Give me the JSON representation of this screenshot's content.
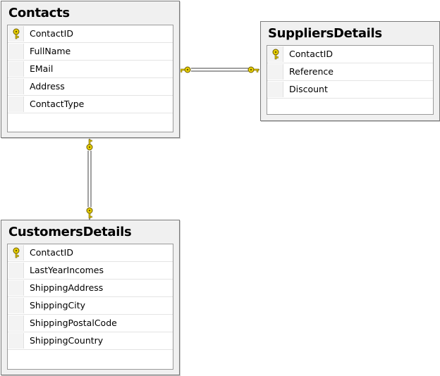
{
  "tables": {
    "contacts": {
      "title": "Contacts",
      "columns": [
        {
          "name": "ContactID",
          "primary_key": true
        },
        {
          "name": "FullName",
          "primary_key": false
        },
        {
          "name": "EMail",
          "primary_key": false
        },
        {
          "name": "Address",
          "primary_key": false
        },
        {
          "name": "ContactType",
          "primary_key": false
        }
      ]
    },
    "suppliers": {
      "title": "SuppliersDetails",
      "columns": [
        {
          "name": "ContactID",
          "primary_key": true
        },
        {
          "name": "Reference",
          "primary_key": false
        },
        {
          "name": "Discount",
          "primary_key": false
        }
      ]
    },
    "customers": {
      "title": "CustomersDetails",
      "columns": [
        {
          "name": "ContactID",
          "primary_key": true
        },
        {
          "name": "LastYearIncomes",
          "primary_key": false
        },
        {
          "name": "ShippingAddress",
          "primary_key": false
        },
        {
          "name": "ShippingCity",
          "primary_key": false
        },
        {
          "name": "ShippingPostalCode",
          "primary_key": false
        },
        {
          "name": "ShippingCountry",
          "primary_key": false
        }
      ]
    }
  },
  "relationships": [
    {
      "from": "Contacts",
      "to": "SuppliersDetails",
      "type": "one-to-one"
    },
    {
      "from": "Contacts",
      "to": "CustomersDetails",
      "type": "one-to-one"
    }
  ],
  "colors": {
    "key": "#e8d000",
    "key_outline": "#6b5a00",
    "line": "#808080"
  }
}
